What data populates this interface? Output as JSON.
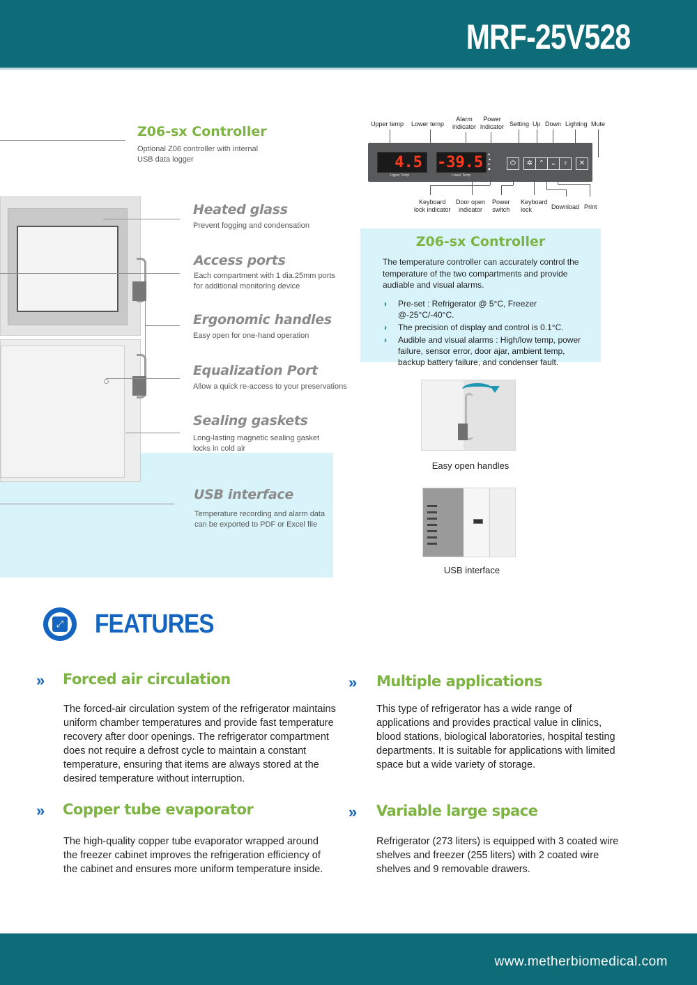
{
  "header": {
    "model": "MRF-25V528"
  },
  "footer": {
    "website": "www.metherbiomedical.com"
  },
  "callouts": {
    "controller": {
      "title": "Z06-sx Controller",
      "desc_line1": "Optional Z06 controller with internal",
      "desc_line2": "USB data logger"
    },
    "heated_glass": {
      "title": "Heated glass",
      "desc": "Prevent fogging and condensation"
    },
    "access_ports": {
      "title": "Access ports",
      "desc_line1": "Each compartment with 1 dia.25mm ports",
      "desc_line2": "for additional monitoring device"
    },
    "ergonomic_handles": {
      "title": "Ergonomic handles",
      "desc": "Easy open for one-hand operation"
    },
    "equalization_port": {
      "title": "Equalization Port",
      "desc": "Allow a quick re-access to your preservations"
    },
    "sealing_gaskets": {
      "title": "Sealing gaskets",
      "desc_line1": "Long-lasting magnetic sealing gasket",
      "desc_line2": "locks in cold air"
    },
    "usb_interface": {
      "title": "USB interface",
      "desc_line1": "Temperature recording and alarm data",
      "desc_line2": "can be exported to PDF or Excel file"
    }
  },
  "controller_panel": {
    "upper_display": "4.5",
    "lower_display": "-39.5",
    "upper_sub": "Upper Temp",
    "lower_sub": "Lower Temp",
    "top_labels": {
      "upper_temp": "Upper temp",
      "lower_temp": "Lower temp",
      "alarm_1": "Alarm",
      "alarm_2": "indicator",
      "power_1": "Power",
      "power_2": "indicator",
      "setting": "Setting",
      "up": "Up",
      "down": "Down",
      "lighting": "Lighting",
      "mute": "Mute"
    },
    "bottom_labels": {
      "kb_lock_ind_1": "Keyboard",
      "kb_lock_ind_2": "lock indicator",
      "door_1": "Door open",
      "door_2": "indicator",
      "power_sw_1": "Power",
      "power_sw_2": "switch",
      "kb_lock_1": "Keyboard",
      "kb_lock_2": "lock",
      "download": "Download",
      "print": "Print"
    }
  },
  "z06_box": {
    "title": "Z06-sx Controller",
    "intro": "The temperature controller can accurately control the temperature of the two compartments and provide audiable and visual alarms.",
    "bullets": [
      "Pre-set : Refrigerator @ 5°C, Freezer @-25°C/-40°C.",
      "The precision of display and control is 0.1°C.",
      "Audible and visual alarms :  High/low temp, power failure, sensor error, door ajar, ambient temp, backup battery failure, and condenser fault."
    ]
  },
  "photos": {
    "handles_caption": "Easy open handles",
    "usb_caption": "USB interface"
  },
  "features": {
    "heading": "FEATURES",
    "items": [
      {
        "title": "Forced air circulation",
        "text": "The forced-air circulation system of the refrigerator maintains uniform chamber temperatures and provide fast temperature recovery after door openings. The refrigerator compartment does not require a defrost cycle to maintain a constant temperature, ensuring that items are always stored at the desired temperature without interruption."
      },
      {
        "title": "Multiple applications",
        "text": "This type of refrigerator has a wide range of applications and provides practical value in clinics, blood stations, biological laboratories, hospital testing departments. It is suitable for applications with limited space but a wide variety of storage."
      },
      {
        "title": "Copper tube evaporator",
        "text": "The high-quality copper tube evaporator wrapped around the freezer cabinet improves the refrigeration efficiency of the cabinet and ensures more uniform temperature inside."
      },
      {
        "title": "Variable large space",
        "text": "Refrigerator (273 liters) is equipped with 3 coated wire shelves and freezer (255 liters) with 2 coated wire shelves and 9 removable drawers."
      }
    ]
  },
  "colors": {
    "teal": "#0e6c78",
    "green": "#7cb342",
    "blue": "#1565c0",
    "light_blue": "#d8f4fa"
  }
}
